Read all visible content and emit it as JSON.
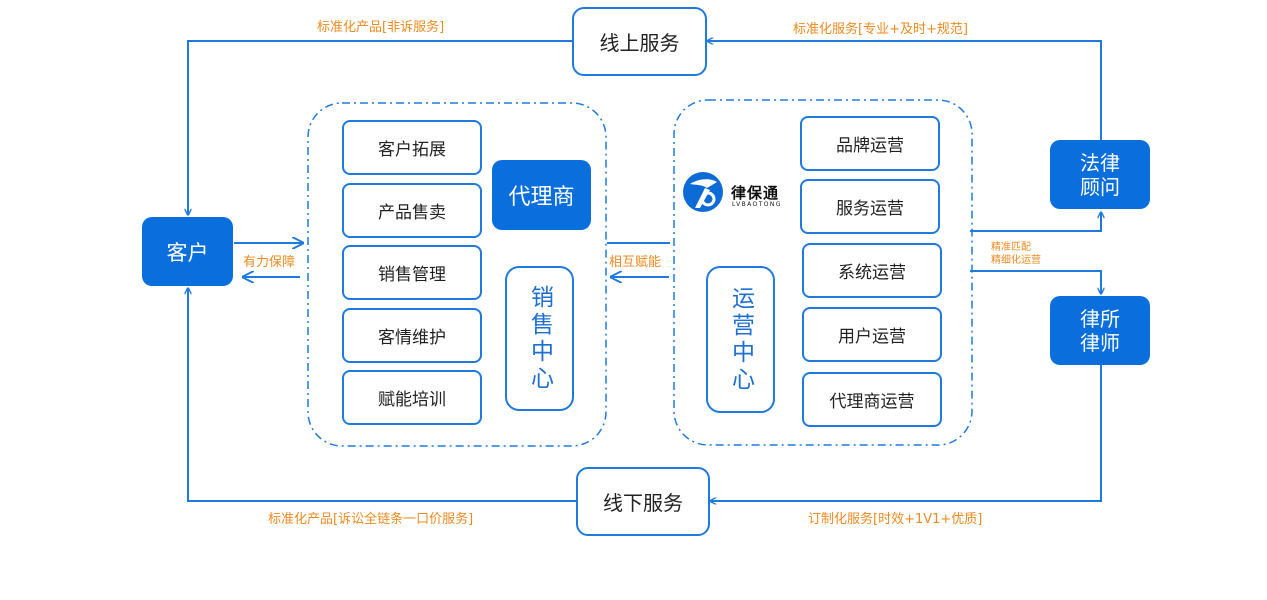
{
  "nodes": {
    "customer": "客户",
    "legal_advisor": "法律\n顾问",
    "law_firm_lawyer": "律所\n律师",
    "online_service": "线上服务",
    "offline_service": "线下服务"
  },
  "sales_center": {
    "title": "销售中心",
    "agent": "代理商",
    "items": [
      "客户拓展",
      "产品售卖",
      "销售管理",
      "客情维护",
      "赋能培训"
    ]
  },
  "ops_center": {
    "title": "运营中心",
    "items": [
      "品牌运营",
      "服务运营",
      "系统运营",
      "用户运营",
      "代理商运营"
    ]
  },
  "logo": {
    "name": "律保通",
    "sub": "LVBAOTONG"
  },
  "labels": {
    "top_left": "标准化产品[非诉服务]",
    "top_right": "标准化服务[专业+及时+规范]",
    "bottom_left": "标准化产品[诉讼全链条一口价服务]",
    "bottom_right": "订制化服务[时效+1V1+优质]",
    "guarantee": "有力保障",
    "mutual": "相互赋能",
    "match": "精准匹配\n精细化运营"
  },
  "colors": {
    "primary": "#0a6fdd",
    "line": "#1f7ae0",
    "label": "#ef8a1f"
  }
}
